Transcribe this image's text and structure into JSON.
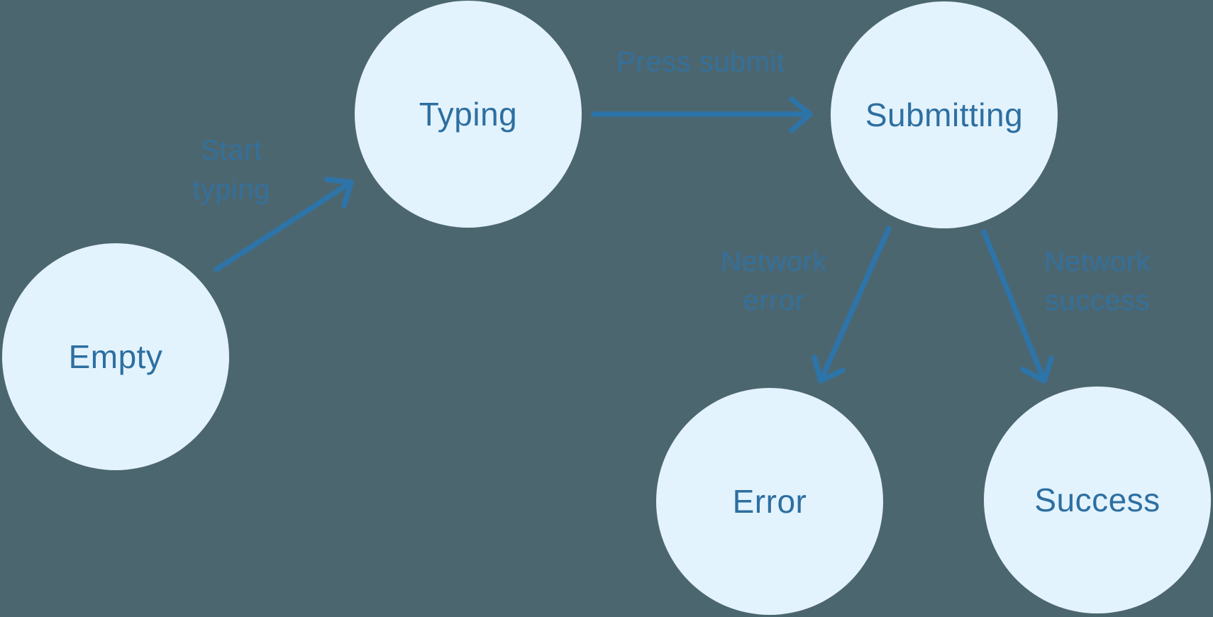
{
  "diagram": {
    "type": "state-machine",
    "nodes": [
      {
        "id": "empty",
        "label": "Empty"
      },
      {
        "id": "typing",
        "label": "Typing"
      },
      {
        "id": "submitting",
        "label": "Submitting"
      },
      {
        "id": "error",
        "label": "Error"
      },
      {
        "id": "success",
        "label": "Success"
      }
    ],
    "edges": [
      {
        "from": "empty",
        "to": "typing",
        "label": "Start\ntyping"
      },
      {
        "from": "typing",
        "to": "submitting",
        "label": "Press submit"
      },
      {
        "from": "submitting",
        "to": "error",
        "label": "Network\nerror"
      },
      {
        "from": "submitting",
        "to": "success",
        "label": "Network\nsuccess"
      }
    ],
    "colors": {
      "background": "#4C6670",
      "node_fill": "#E3F3FD",
      "node_text": "#2D6FA1",
      "arrow": "#2D74A8",
      "edge_label": "#2E74A7"
    }
  }
}
